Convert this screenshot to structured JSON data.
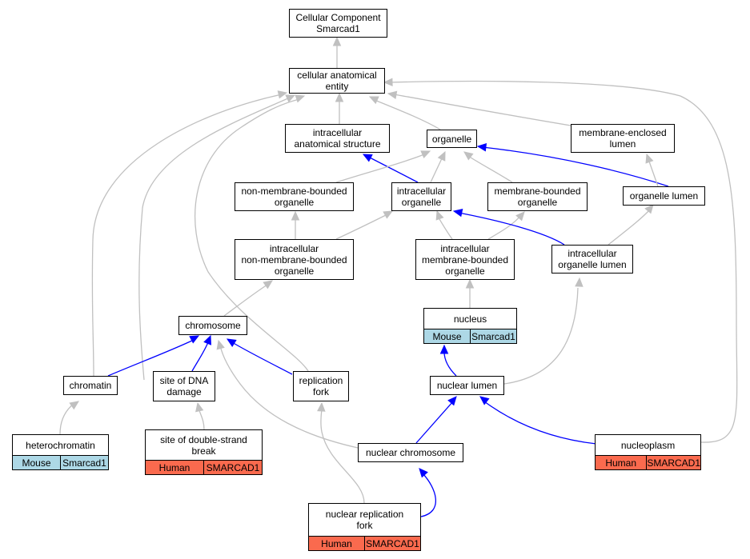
{
  "colors": {
    "gray_edge": "#c0c0c0",
    "blue_edge": "#0000ff",
    "mouse_tag": "#add8e6",
    "human_tag": "#fa6a4e"
  },
  "nodes": {
    "root": {
      "lines": [
        "Cellular Component",
        "Smarcad1"
      ]
    },
    "cae": {
      "lines": [
        "cellular anatomical",
        "entity"
      ]
    },
    "ias": {
      "lines": [
        "intracellular",
        "anatomical structure"
      ]
    },
    "organelle": {
      "lines": [
        "organelle"
      ]
    },
    "mel": {
      "lines": [
        "membrane-enclosed",
        "lumen"
      ]
    },
    "nmbo": {
      "lines": [
        "non-membrane-bounded",
        "organelle"
      ]
    },
    "io": {
      "lines": [
        "intracellular",
        "organelle"
      ]
    },
    "mbo": {
      "lines": [
        "membrane-bounded",
        "organelle"
      ]
    },
    "ol": {
      "lines": [
        "organelle lumen"
      ]
    },
    "inmbo": {
      "lines": [
        "intracellular",
        "non-membrane-bounded",
        "organelle"
      ]
    },
    "imbo": {
      "lines": [
        "intracellular",
        "membrane-bounded",
        "organelle"
      ]
    },
    "iol": {
      "lines": [
        "intracellular",
        "organelle lumen"
      ]
    },
    "chromosome": {
      "lines": [
        "chromosome"
      ]
    },
    "nucleus": {
      "lines": [
        "nucleus"
      ],
      "tags": [
        {
          "text": "Mouse",
          "kind": "mouse"
        },
        {
          "text": "Smarcad1",
          "kind": "mouse"
        }
      ]
    },
    "chromatin": {
      "lines": [
        "chromatin"
      ]
    },
    "sdd": {
      "lines": [
        "site of DNA",
        "damage"
      ]
    },
    "rf": {
      "lines": [
        "replication",
        "fork"
      ]
    },
    "nl": {
      "lines": [
        "nuclear lumen"
      ]
    },
    "hetero": {
      "lines": [
        "heterochromatin"
      ],
      "tags": [
        {
          "text": "Mouse",
          "kind": "mouse"
        },
        {
          "text": "Smarcad1",
          "kind": "mouse"
        }
      ]
    },
    "sdsb": {
      "lines": [
        "site of double-strand",
        "break"
      ],
      "tags": [
        {
          "text": "Human",
          "kind": "human"
        },
        {
          "text": "SMARCAD1",
          "kind": "human"
        }
      ]
    },
    "nc": {
      "lines": [
        "nuclear chromosome"
      ]
    },
    "np": {
      "lines": [
        "nucleoplasm"
      ],
      "tags": [
        {
          "text": "Human",
          "kind": "human"
        },
        {
          "text": "SMARCAD1",
          "kind": "human"
        }
      ]
    },
    "nrf": {
      "lines": [
        "nuclear replication",
        "fork"
      ],
      "tags": [
        {
          "text": "Human",
          "kind": "human"
        },
        {
          "text": "SMARCAD1",
          "kind": "human"
        }
      ]
    }
  }
}
